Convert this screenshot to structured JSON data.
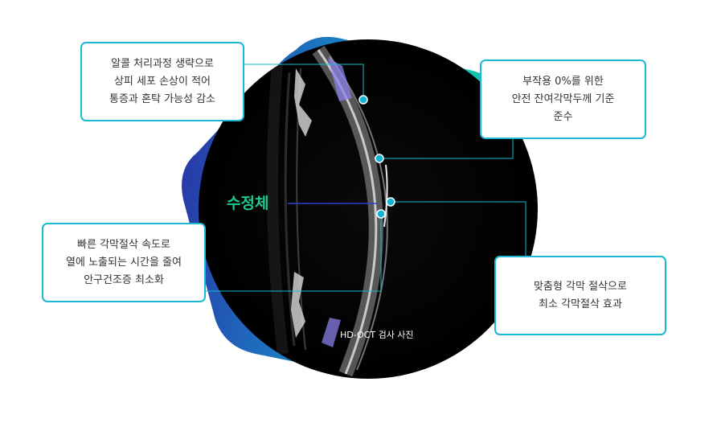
{
  "callouts": {
    "top_left": {
      "lines": [
        "알콜 처리과정 생략으로",
        "상피 세포 손상이 적어",
        "통증과 혼탁 가능성 감소"
      ]
    },
    "top_right": {
      "lines": [
        "부작용 0%를 위한",
        "안전 잔여각막두께 기준",
        "준수"
      ]
    },
    "bottom_left": {
      "lines": [
        "빠른 각막절삭 속도로",
        "열에 노출되는 시간을 줄여",
        "안구건조증 최소화"
      ]
    },
    "bottom_right": {
      "lines": [
        "맞춤형 각막 절삭으로",
        "최소 각막절삭 효과"
      ]
    }
  },
  "image_labels": {
    "lens": "수정체",
    "photo_caption": "HD-OCT 검사 사진"
  },
  "colors": {
    "callout_border": "#1ab8d2",
    "lens_label": "#1fc98e",
    "gradient_start": "#2a3aa8",
    "gradient_end": "#12d7a6",
    "dot": "#11b3d6"
  }
}
